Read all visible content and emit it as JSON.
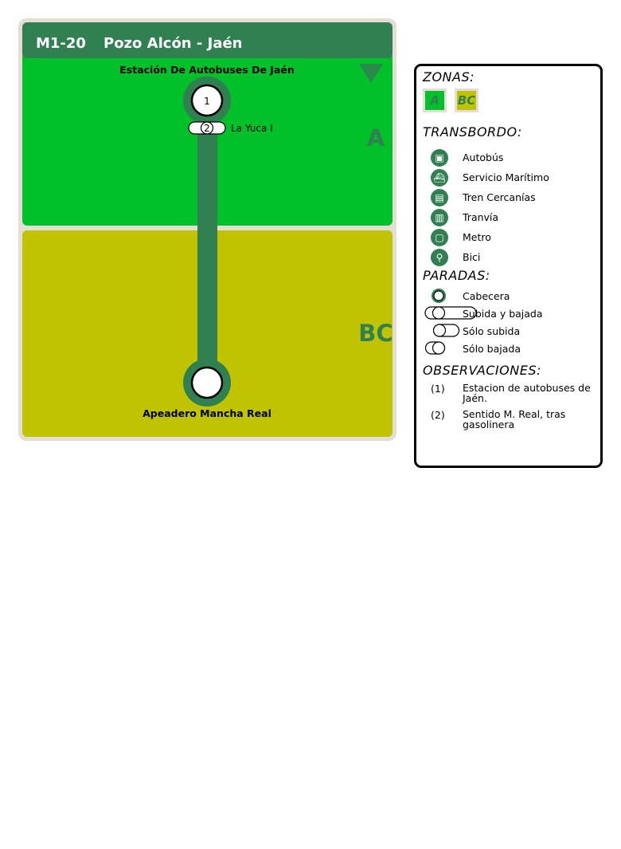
{
  "header": {
    "line_code": "M1-20",
    "route_name": "Pozo Alcón - Jaén"
  },
  "zones": [
    {
      "label": "A",
      "color": "#00c12a"
    },
    {
      "label": "BC",
      "color": "#c0c300"
    }
  ],
  "stops": [
    {
      "name": "Estación De Autobuses De Jaén",
      "type": "cabecera",
      "note": "1"
    },
    {
      "name": "La Yuca I",
      "type": "sólo bajada",
      "note": "2"
    },
    {
      "name": "Apeadero Mancha Real",
      "type": "cabecera",
      "note": ""
    }
  ],
  "colors": {
    "line": "#318052",
    "frame": "#e6ded4",
    "header_bg": "#318052"
  },
  "legend": {
    "zonas_title": "ZONAS:",
    "zone_swatches": [
      {
        "label": "A",
        "color": "#00c12a"
      },
      {
        "label": "BC",
        "color": "#c0c300"
      }
    ],
    "transbordo_title": "TRANSBORDO:",
    "transbordo": [
      {
        "label": "Autobús",
        "icon": "bus-icon"
      },
      {
        "label": "Servicio Marítimo",
        "icon": "ship-icon"
      },
      {
        "label": "Tren Cercanías",
        "icon": "train-icon"
      },
      {
        "label": "Tranvía",
        "icon": "tram-icon"
      },
      {
        "label": "Metro",
        "icon": "metro-icon"
      },
      {
        "label": "Bici",
        "icon": "bike-icon"
      }
    ],
    "paradas_title": "PARADAS:",
    "paradas": [
      {
        "label": "Cabecera"
      },
      {
        "label": "Subida y bajada"
      },
      {
        "label": "Sólo subida"
      },
      {
        "label": "Sólo bajada"
      }
    ],
    "observaciones_title": "OBSERVACIONES:",
    "observaciones": [
      {
        "num": "(1)",
        "text": "Estacion de autobuses de Jaén."
      },
      {
        "num": "(2)",
        "text": "Sentido M. Real, tras gasolinera"
      }
    ]
  }
}
